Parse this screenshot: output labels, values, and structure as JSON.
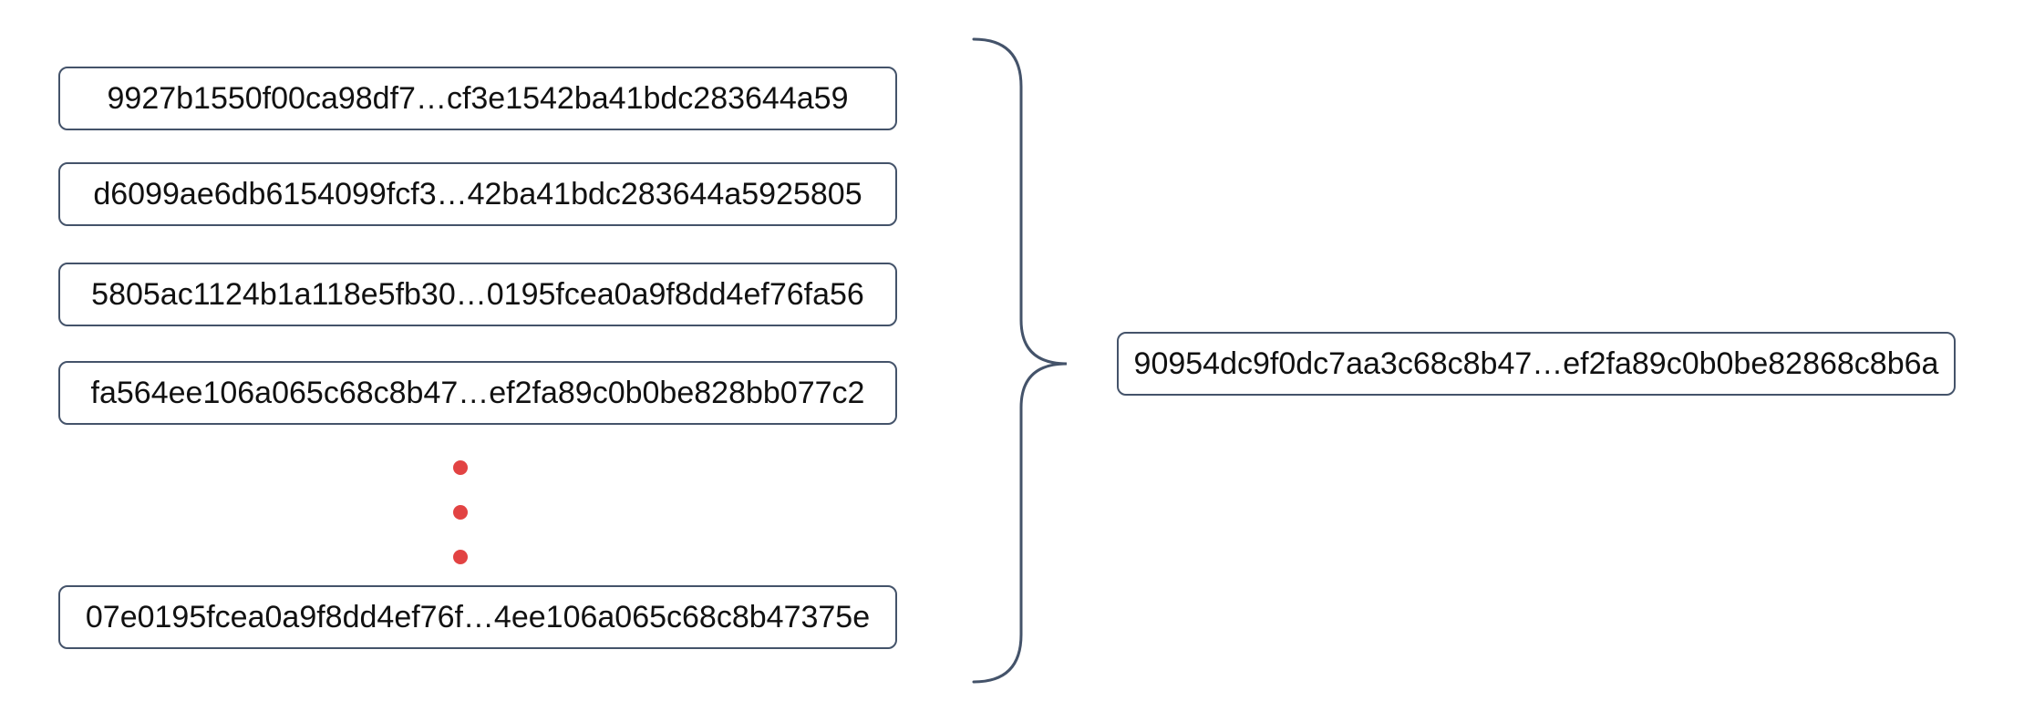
{
  "hashes": {
    "inputs": [
      "9927b1550f00ca98df7…cf3e1542ba41bdc283644a59",
      "d6099ae6db6154099fcf3…42ba41bdc283644a5925805",
      "5805ac1124b1a118e5fb30…0195fcea0a9f8dd4ef76fa56",
      "fa564ee106a065c68c8b47…ef2fa89c0b0be828bb077c2",
      "07e0195fcea0a9f8dd4ef76f…4ee106a065c68c8b47375e"
    ],
    "output": "90954dc9f0dc7aa3c68c8b47…ef2fa89c0b0be82868c8b6a"
  },
  "icons": {
    "ellipsis": "vertical-ellipsis-dots",
    "brace": "right-curly-brace"
  },
  "colors": {
    "box_border": "#44536A",
    "brace": "#44536A",
    "dot": "#E24343",
    "text": "#111111",
    "background": "#FFFFFF"
  }
}
